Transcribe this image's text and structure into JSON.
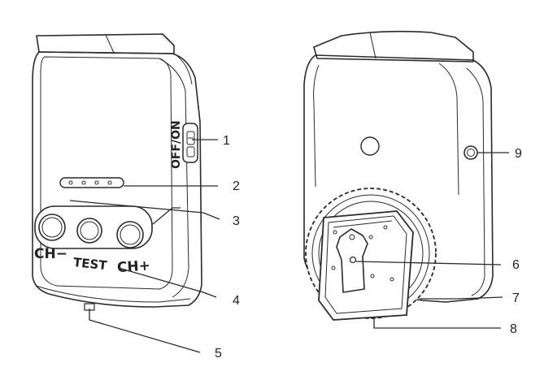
{
  "device_front": {
    "switch_label": "OFF/ON",
    "button_left_label": "CH−",
    "button_center_label": "TEST",
    "button_right_label": "CH+"
  },
  "callouts": [
    "1",
    "2",
    "3",
    "4",
    "5",
    "6",
    "7",
    "8",
    "9"
  ]
}
